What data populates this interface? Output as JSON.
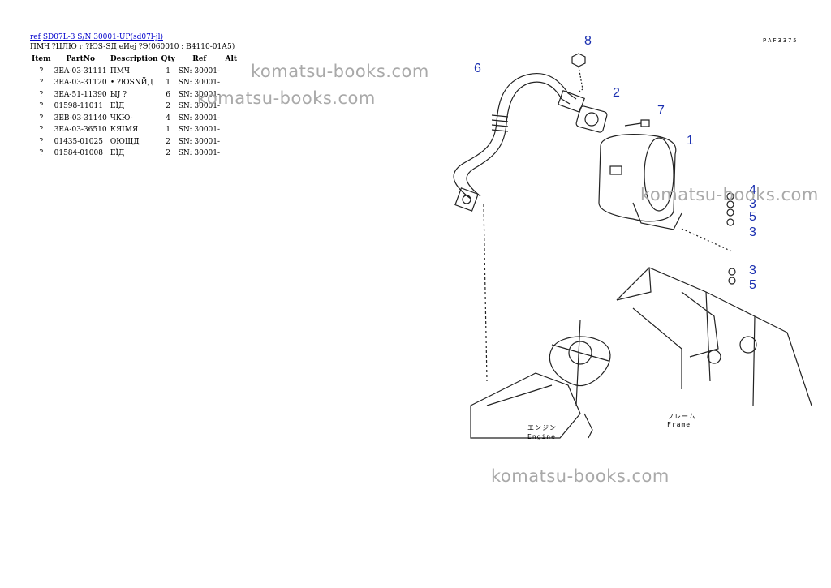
{
  "header": {
    "ref_link": "ref",
    "model_link": "SD07L-3 S/N 30001-UP(sd07l-jl)",
    "section_title": "ПМЧ ?ЦЛЮ г ?ЮS-SД еИеј ?Э(060010 : В4110-01А5)"
  },
  "table": {
    "headers": [
      "Item",
      "PartNo",
      "Description",
      "Qty",
      "Ref",
      "Alt"
    ],
    "rows": [
      {
        "item": "?",
        "part": "3EA-03-31111",
        "desc": "ПМЧ",
        "qty": "1",
        "ref": "SN: 30001-",
        "alt": ""
      },
      {
        "item": "?",
        "part": "3EA-03-31120",
        "desc": "• ?ЮSNЙД",
        "qty": "1",
        "ref": "SN: 30001-",
        "alt": ""
      },
      {
        "item": "?",
        "part": "3EA-51-11390",
        "desc": "ЫЈ ?",
        "qty": "6",
        "ref": "SN: 30001-",
        "alt": ""
      },
      {
        "item": "?",
        "part": "01598-11011",
        "desc": "ЕЇД",
        "qty": "2",
        "ref": "SN: 30001-",
        "alt": ""
      },
      {
        "item": "?",
        "part": "3EB-03-31140",
        "desc": "ЧКЮ-",
        "qty": "4",
        "ref": "SN: 30001-",
        "alt": ""
      },
      {
        "item": "?",
        "part": "3EA-03-36510",
        "desc": "КЯІМЯ",
        "qty": "1",
        "ref": "SN: 30001-",
        "alt": ""
      },
      {
        "item": "?",
        "part": "01435-01025",
        "desc": "ОЮЩД",
        "qty": "2",
        "ref": "SN: 30001-",
        "alt": ""
      },
      {
        "item": "?",
        "part": "01584-01008",
        "desc": "ЕЇД",
        "qty": "2",
        "ref": "SN: 30001-",
        "alt": ""
      }
    ]
  },
  "watermark": "komatsu-books.com",
  "diagram": {
    "code": "PAF3375",
    "callouts": [
      "8",
      "6",
      "2",
      "7",
      "1",
      "4",
      "3",
      "5",
      "3",
      "3",
      "5"
    ],
    "label_engine_jp": "エンジン",
    "label_engine": "Engine",
    "label_frame_jp": "フレーム",
    "label_frame": "Frame",
    "callout_color": "#1a2fb0"
  }
}
